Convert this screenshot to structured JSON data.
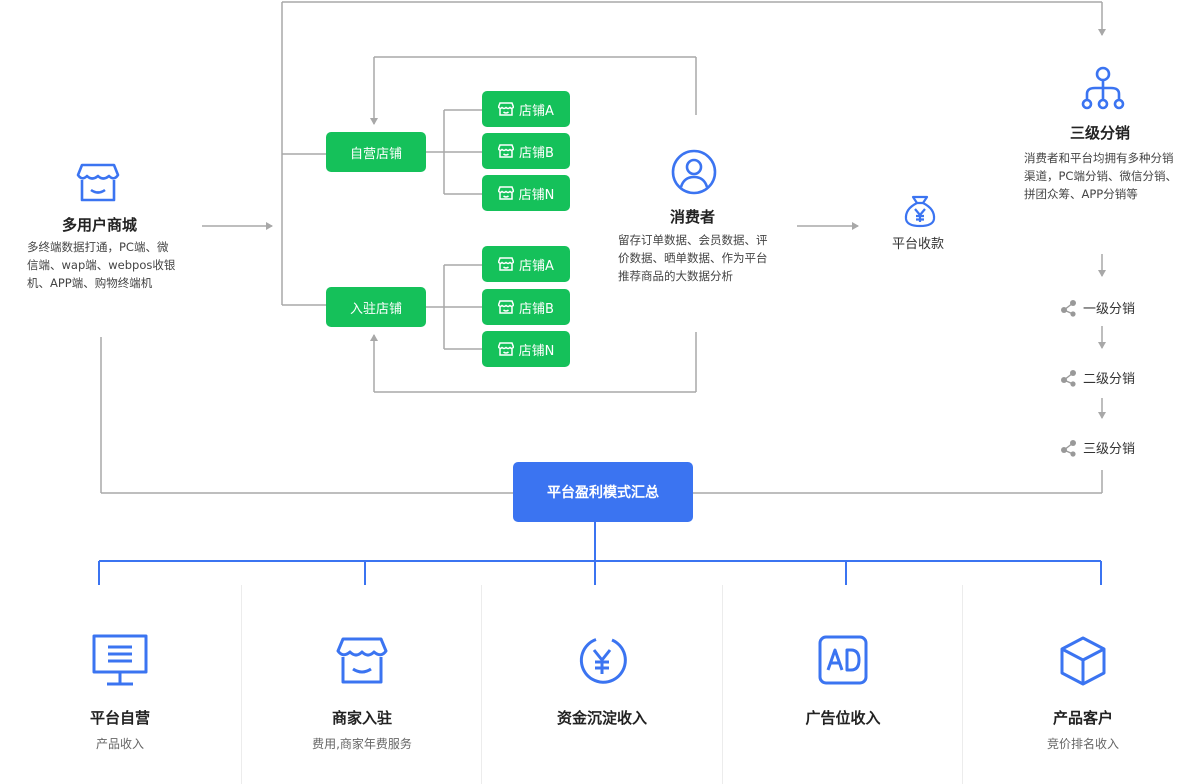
{
  "multi_user_mall": {
    "title": "多用户商城",
    "desc": "多终端数据打通，PC端、微信端、wap端、webpos收银机、APP端、购物终端机",
    "icon": "store-icon"
  },
  "self_store": {
    "label": "自营店铺",
    "shops": [
      "店铺A",
      "店铺B",
      "店铺N"
    ]
  },
  "settled_store": {
    "label": "入驻店铺",
    "shops": [
      "店铺A",
      "店铺B",
      "店铺N"
    ]
  },
  "consumer": {
    "title": "消费者",
    "desc": "留存订单数据、会员数据、评价数据、晒单数据、作为平台推荐商品的大数据分析",
    "icon": "user-icon"
  },
  "payment": {
    "title": "平台收款",
    "icon": "money-bag-icon"
  },
  "three_level": {
    "title": "三级分销",
    "desc": "消费者和平台均拥有多种分销渠道，PC端分销、微信分销、拼团众筹、APP分销等",
    "icon": "hierarchy-icon"
  },
  "distribution_levels": [
    "一级分销",
    "二级分销",
    "三级分销"
  ],
  "summary": {
    "label": "平台盈利模式汇总"
  },
  "revenue": [
    {
      "title": "平台自营",
      "desc": "产品收入",
      "icon": "monitor-icon"
    },
    {
      "title": "商家入驻",
      "desc": "费用,商家年费服务",
      "icon": "store-icon"
    },
    {
      "title": "资金沉淀收入",
      "desc": "",
      "icon": "yen-circle-icon"
    },
    {
      "title": "广告位收入",
      "desc": "",
      "icon": "ad-icon"
    },
    {
      "title": "产品客户",
      "desc": "竞价排名收入",
      "icon": "box-icon"
    }
  ],
  "colors": {
    "green": "#15c15a",
    "blue": "#3b74f1",
    "line": "#a8a8a8"
  }
}
